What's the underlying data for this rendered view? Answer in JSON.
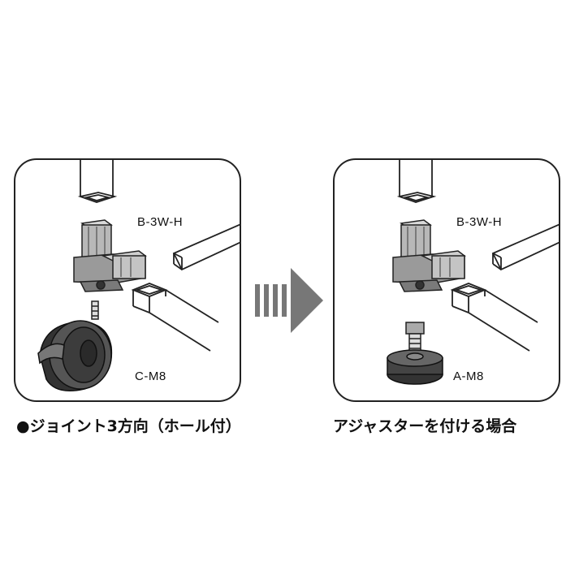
{
  "left_panel": {
    "connector_label": "B-3W-H",
    "caster_label": "C-M8",
    "caption": "●ジョイント3方向（ホール付）"
  },
  "right_panel": {
    "connector_label": "B-3W-H",
    "adjuster_label": "A-M8",
    "caption": "アジャスターを付ける場合"
  }
}
